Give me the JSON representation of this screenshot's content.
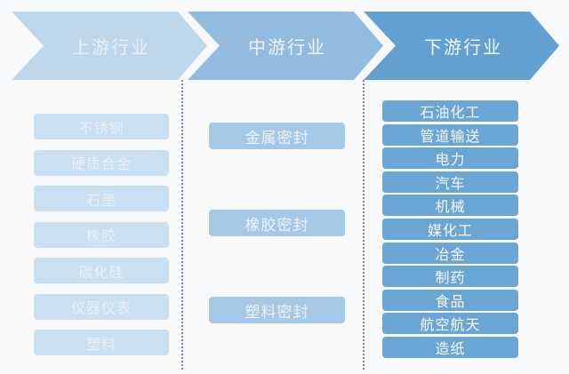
{
  "diagram": {
    "background_color": "#f8f9fa",
    "divider_color": "#7488b8",
    "arrows": [
      {
        "label": "上游行业",
        "color": "#bed7eb"
      },
      {
        "label": "中游行业",
        "color": "#92bcdf"
      },
      {
        "label": "下游行业",
        "color": "#63a0d2"
      }
    ],
    "columns": [
      {
        "name": "upstream",
        "box_color": "#c9dff2",
        "text_color": "#e9f0f8",
        "items": [
          "不锈钢",
          "硬质合金",
          "石墨",
          "橡胶",
          "碳化硅",
          "仪器仪表",
          "塑料"
        ]
      },
      {
        "name": "midstream",
        "box_color": "#a4c8e6",
        "text_color": "#edf4fa",
        "items": [
          "金属密封",
          "橡胶密封",
          "塑料密封"
        ]
      },
      {
        "name": "downstream",
        "box_color": "#6aa5d4",
        "text_color": "#f6fafd",
        "items": [
          "石油化工",
          "管道输送",
          "电力",
          "汽车",
          "机械",
          "媒化工",
          "冶金",
          "制药",
          "食品",
          "航空航天",
          "造纸"
        ]
      }
    ]
  }
}
